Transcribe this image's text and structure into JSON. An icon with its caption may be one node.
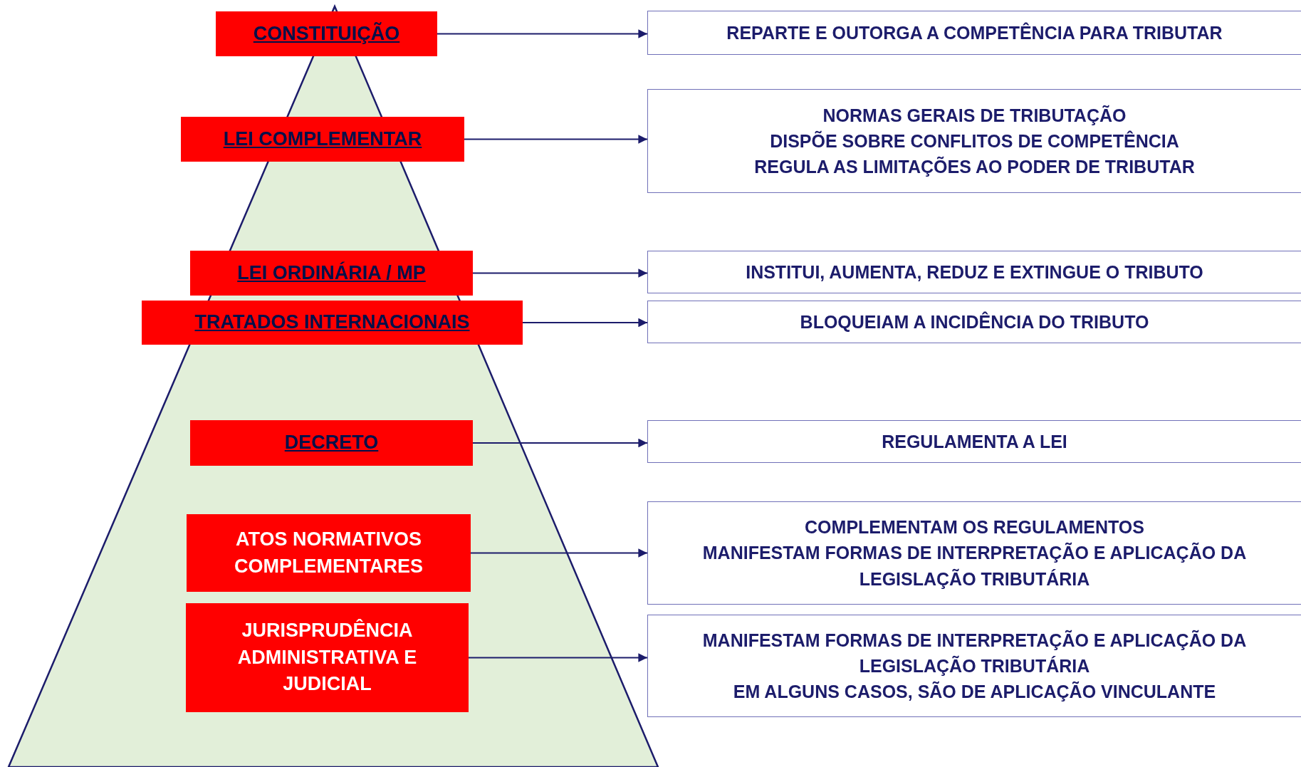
{
  "diagram": {
    "nodes": [
      {
        "text": [
          "CONSTITUIÇÃO"
        ]
      },
      {
        "text": [
          "LEI COMPLEMENTAR"
        ]
      },
      {
        "text": [
          "LEI ORDINÁRIA / MP"
        ]
      },
      {
        "text": [
          "TRATADOS INTERNACIONAIS"
        ]
      },
      {
        "text": [
          "DECRETO"
        ]
      },
      {
        "text": [
          "ATOS NORMATIVOS COMPLEMENTARES"
        ]
      },
      {
        "text": [
          "JURISPRUDÊNCIA ADMINISTRATIVA E JUDICIAL"
        ]
      },
      {
        "text": [
          "REPARTE E OUTORGA A COMPETÊNCIA PARA TRIBUTAR"
        ]
      },
      {
        "text": [
          "NORMAS GERAIS DE TRIBUTAÇÃO",
          "DISPÕE SOBRE CONFLITOS DE COMPETÊNCIA",
          "REGULA AS LIMITAÇÕES AO PODER DE TRIBUTAR"
        ]
      },
      {
        "text": [
          "INSTITUI, AUMENTA, REDUZ E EXTINGUE O TRIBUTO"
        ]
      },
      {
        "text": [
          "BLOQUEIAM A INCIDÊNCIA DO TRIBUTO"
        ]
      },
      {
        "text": [
          "REGULAMENTA A LEI"
        ]
      },
      {
        "text": [
          "COMPLEMENTAM OS REGULAMENTOS",
          "MANIFESTAM FORMAS DE INTERPRETAÇÃO E APLICAÇÃO DA LEGISLAÇÃO TRIBUTÁRIA"
        ]
      },
      {
        "text": [
          "MANIFESTAM FORMAS DE INTERPRETAÇÃO E APLICAÇÃO DA LEGISLAÇÃO TRIBUTÁRIA",
          "EM ALGUNS CASOS, SÃO DE APLICAÇÃO VINCULANTE"
        ]
      }
    ],
    "edges": [
      {
        "from": 0,
        "to": 7,
        "arrow": "to"
      },
      {
        "from": 1,
        "to": 8,
        "arrow": "to"
      },
      {
        "from": 2,
        "to": 9,
        "arrow": "to"
      },
      {
        "from": 3,
        "to": 10,
        "arrow": "to"
      },
      {
        "from": 4,
        "to": 11,
        "arrow": "to"
      },
      {
        "from": 5,
        "to": 12,
        "arrow": "to"
      },
      {
        "from": 6,
        "to": 13,
        "arrow": "to"
      }
    ]
  }
}
